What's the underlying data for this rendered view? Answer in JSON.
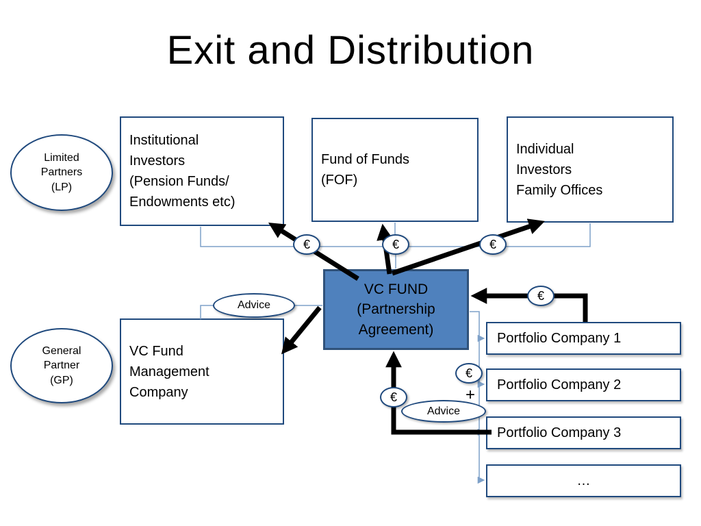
{
  "title": "Exit and Distribution",
  "colors": {
    "node_border": "#1f497d",
    "fund_fill": "#4f81bd",
    "fund_border": "#30527a",
    "connector_blue": "#7da0c8",
    "arrow_black": "#000000"
  },
  "nodes": {
    "limited_partners": "Limited\nPartners\n(LP)",
    "general_partner": "General\nPartner\n(GP)",
    "institutional_investors": "Institutional\nInvestors\n(Pension Funds/\nEndowments etc)",
    "fund_of_funds": "Fund of Funds\n(FOF)",
    "individual_investors": "Individual\nInvestors\nFamily Offices",
    "vc_fund": "VC FUND\n(Partnership\nAgreement)",
    "vc_fund_management": "VC Fund\nManagement\nCompany",
    "portfolio_company_1": "Portfolio Company 1",
    "portfolio_company_2": "Portfolio Company 2",
    "portfolio_company_3": "Portfolio Company 3",
    "portfolio_more": "…"
  },
  "labels": {
    "advice": "Advice",
    "euro": "€",
    "plus": "+"
  }
}
